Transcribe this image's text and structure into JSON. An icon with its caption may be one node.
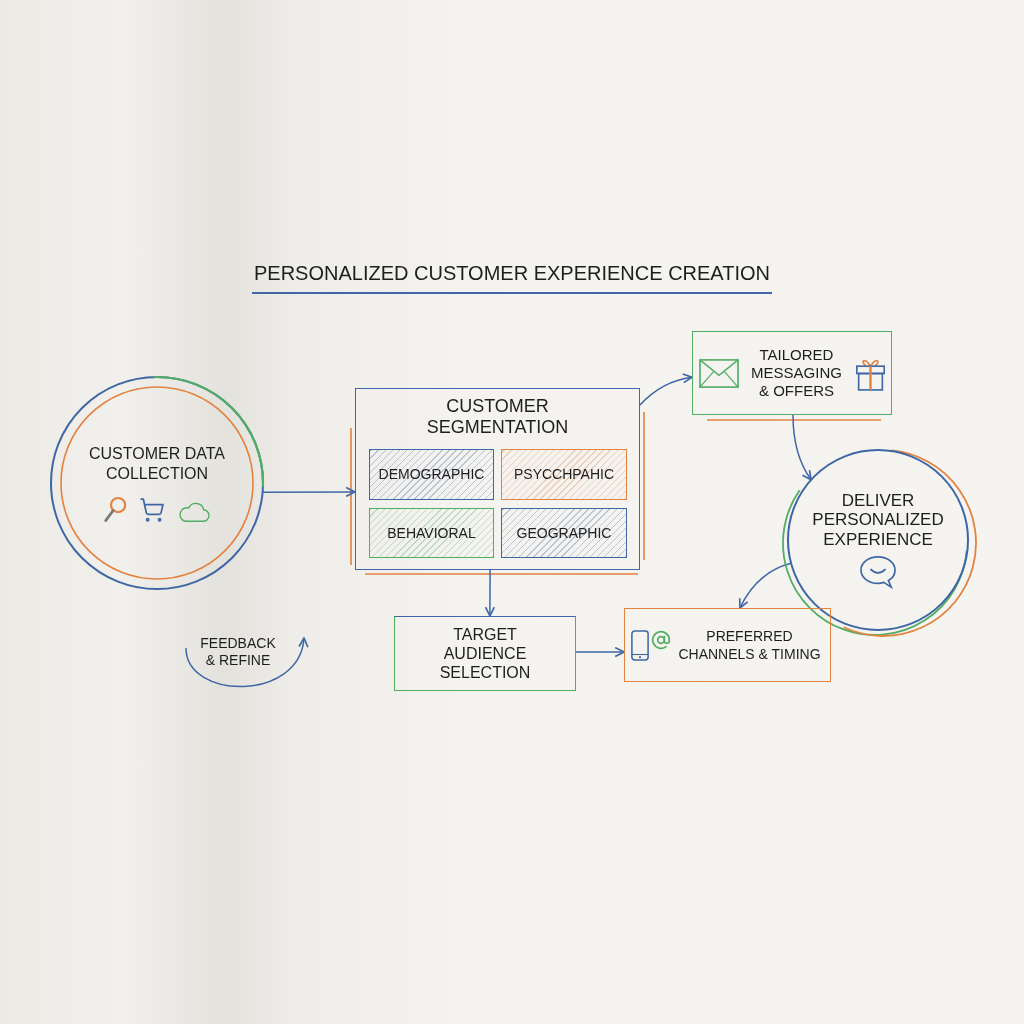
{
  "diagram": {
    "title": "PERSONALIZED CUSTOMER EXPERIENCE CREATION",
    "nodes": [
      {
        "text": [
          "CUSTOMER DATA COLLECTION"
        ]
      },
      {
        "text": [
          "CUSTOMER SEGMENTATION"
        ]
      },
      {
        "text": [
          "DEMOGRAPHIC"
        ],
        "in": 1
      },
      {
        "text": [
          "PSYCCHPAHIC"
        ],
        "in": 1
      },
      {
        "text": [
          "BEHAVIORAL"
        ],
        "in": 1
      },
      {
        "text": [
          "GEOGRAPHIC"
        ],
        "in": 1
      },
      {
        "text": [
          "TAILORED MESSAGING & OFFERS"
        ]
      },
      {
        "text": [
          "DELIVER PERSONALIZED EXPERIENCE"
        ]
      },
      {
        "text": [
          "TARGET AUDIENCE SELECTION"
        ]
      },
      {
        "text": [
          "PREFERRED CHANNELS & TIMING"
        ]
      }
    ],
    "edges": [
      {
        "from": 0,
        "to": 1,
        "arrow": "to"
      },
      {
        "from": 1,
        "to": 6,
        "arrow": "to"
      },
      {
        "from": 6,
        "to": 7,
        "arrow": "to"
      },
      {
        "from": 7,
        "to": 9,
        "arrow": "to"
      },
      {
        "from": 1,
        "to": 8,
        "arrow": "to"
      },
      {
        "from": 8,
        "to": 9,
        "arrow": "to"
      }
    ],
    "labels": [
      "FEEDBACK & REFINE"
    ]
  }
}
